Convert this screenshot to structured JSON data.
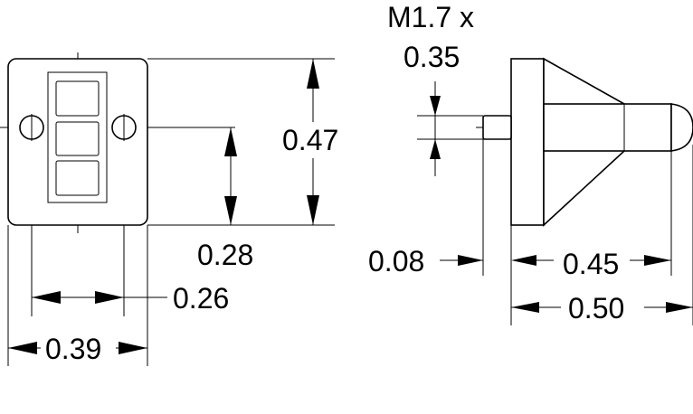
{
  "dimensions": {
    "thread_line1": "M1.7 x",
    "thread_line2": "0.35",
    "height_overall": "0.47",
    "hole_spacing_vertical": "0.28",
    "hole_spacing_horizontal": "0.26",
    "width_overall": "0.39",
    "pin_protrusion": "0.08",
    "body_to_tip": "0.45",
    "overall_length": "0.50"
  }
}
